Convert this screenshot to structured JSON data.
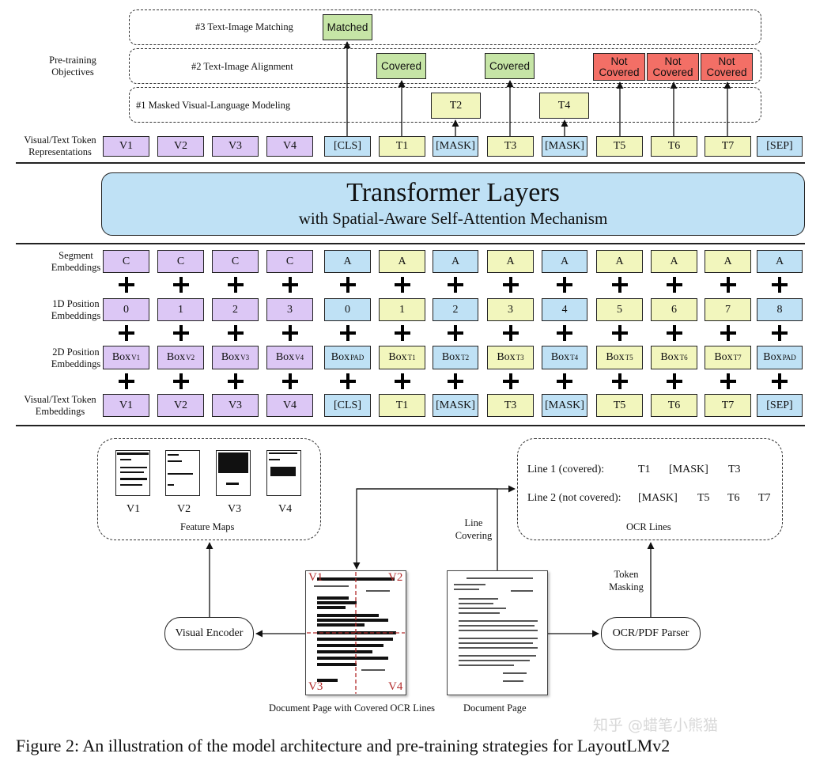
{
  "objectives": {
    "section_label": "Pre-training\nObjectives",
    "obj3": "#3 Text-Image Matching",
    "obj2": "#2 Text-Image Alignment",
    "obj1": "#1 Masked Visual-Language Modeling",
    "matched": "Matched",
    "covered": "Covered",
    "not_covered": "Not\nCovered",
    "pred_t2": "T2",
    "pred_t4": "T4"
  },
  "representations": {
    "label": "Visual/Text Token\nRepresentations",
    "tokens": [
      "V1",
      "V2",
      "V3",
      "V4",
      "[CLS]",
      "T1",
      "[MASK]",
      "T3",
      "[MASK]",
      "T5",
      "T6",
      "T7",
      "[SEP]"
    ]
  },
  "transformer": {
    "title": "Transformer Layers",
    "subtitle": "with Spatial-Aware Self-Attention Mechanism"
  },
  "segment": {
    "label": "Segment\nEmbeddings",
    "values": [
      "C",
      "C",
      "C",
      "C",
      "A",
      "A",
      "A",
      "A",
      "A",
      "A",
      "A",
      "A",
      "A"
    ]
  },
  "pos1d": {
    "label": "1D Position\nEmbeddings",
    "values": [
      "0",
      "1",
      "2",
      "3",
      "0",
      "1",
      "2",
      "3",
      "4",
      "5",
      "6",
      "7",
      "8"
    ]
  },
  "pos2d": {
    "label": "2D Position\nEmbeddings",
    "base": "Box",
    "subs": [
      "V1",
      "V2",
      "V3",
      "V4",
      "PAD",
      "T1",
      "T2",
      "T3",
      "T4",
      "T5",
      "T6",
      "T7",
      "PAD"
    ]
  },
  "embeddings": {
    "label": "Visual/Text Token\nEmbeddings",
    "tokens": [
      "V1",
      "V2",
      "V3",
      "V4",
      "[CLS]",
      "T1",
      "[MASK]",
      "T3",
      "[MASK]",
      "T5",
      "T6",
      "T7",
      "[SEP]"
    ]
  },
  "token_colors": {
    "visual": "#dcc7f5",
    "special": "#bfe1f5",
    "text": "#f2f6bd"
  },
  "result_colors": {
    "matched": "#c6e5a6",
    "not_covered": "#f36f66"
  },
  "feature_maps": {
    "labels": [
      "V1",
      "V2",
      "V3",
      "V4"
    ],
    "caption": "Feature Maps"
  },
  "ocr": {
    "line1_label": "Line 1 (covered):",
    "line1_tokens": [
      "T1",
      "[MASK]",
      "T3"
    ],
    "line2_label": "Line 2 (not covered):",
    "line2_tokens": [
      "[MASK]",
      "T5",
      "T6",
      "T7"
    ],
    "caption": "OCR Lines"
  },
  "pipeline": {
    "line_covering": "Line\nCovering",
    "token_masking": "Token\nMasking",
    "visual_encoder": "Visual Encoder",
    "ocr_parser": "OCR/PDF Parser",
    "covered_page_caption": "Document Page with Covered OCR Lines",
    "page_caption": "Document Page",
    "quadrants": [
      "V1",
      "V2",
      "V3",
      "V4"
    ]
  },
  "caption": "Figure 2: An illustration of the model architecture and pre-training strategies for LayoutLMv2",
  "watermark": "知乎 @蜡笔小熊猫"
}
